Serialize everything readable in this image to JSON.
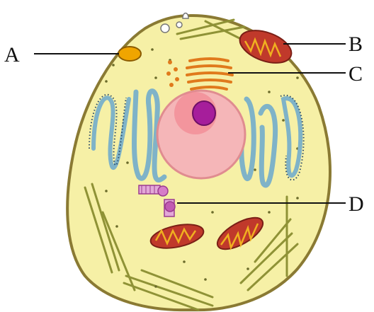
{
  "labels": {
    "a": "A",
    "b": "B",
    "c": "C",
    "d": "D"
  },
  "colors": {
    "cytoplasm": "#f6f0a6",
    "membrane": "#8a7a33",
    "nucleus": "#f5b6b8",
    "nucleolus": "#a61e9b",
    "er": "#7fb3c8",
    "golgi": "#e07a1c",
    "mitochondria": "#c0392b",
    "vesicle": "#f0a500",
    "cytoskeleton": "#8f9236"
  }
}
